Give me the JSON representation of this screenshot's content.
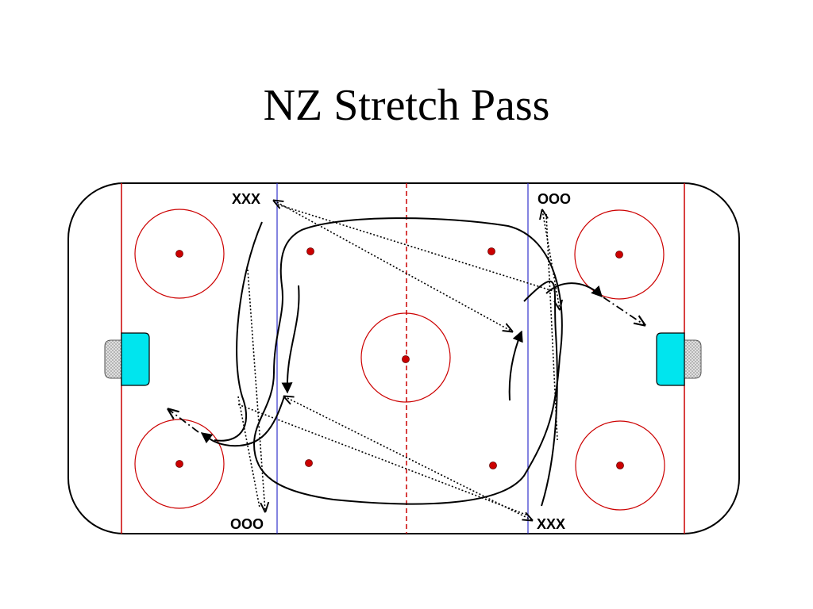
{
  "title": "NZ Stretch Pass",
  "labels": {
    "top_left": "XXX",
    "top_right": "OOO",
    "bottom_left": "OOO",
    "bottom_right": "XXX"
  },
  "colors": {
    "rink_outline": "#000000",
    "goal_line": "#cc0000",
    "blue_line": "#3333cc",
    "center_line": "#cc0000",
    "faceoff_circle": "#cc0000",
    "faceoff_dot": "#cc0000",
    "net": "#00e5ee",
    "net_mesh": "#cccccc"
  }
}
